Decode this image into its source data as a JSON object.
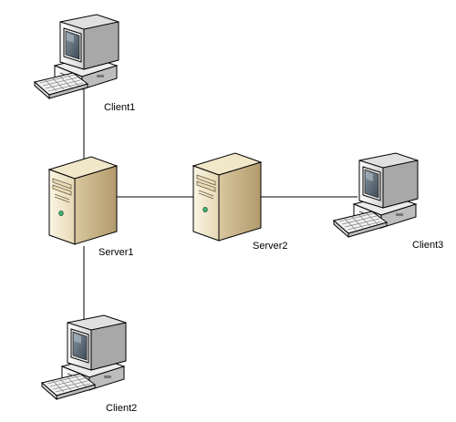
{
  "diagram": {
    "nodes": [
      {
        "id": "client1",
        "kind": "workstation",
        "label": "Client1"
      },
      {
        "id": "server1",
        "kind": "tower-server",
        "label": "Server1"
      },
      {
        "id": "server2",
        "kind": "tower-server",
        "label": "Server2"
      },
      {
        "id": "client3",
        "kind": "workstation",
        "label": "Client3"
      },
      {
        "id": "client2",
        "kind": "workstation",
        "label": "Client2"
      }
    ],
    "edges": [
      {
        "from": "client1",
        "to": "server1"
      },
      {
        "from": "server1",
        "to": "server2"
      },
      {
        "from": "server2",
        "to": "client3"
      },
      {
        "from": "server1",
        "to": "client2"
      }
    ],
    "icons": {
      "workstation": "desktop-computer-icon",
      "server": "tower-server-icon"
    },
    "colors": {
      "line": "#000000",
      "case_front": "#f3ead2",
      "case_side": "#c8b48a",
      "case_top": "#ece2c4",
      "computer_light": "#f7f7f7",
      "computer_mid": "#d6d6d6",
      "computer_dark": "#9e9e9e",
      "screen_glass": "#5d6b78",
      "led": "#3cb371"
    }
  }
}
